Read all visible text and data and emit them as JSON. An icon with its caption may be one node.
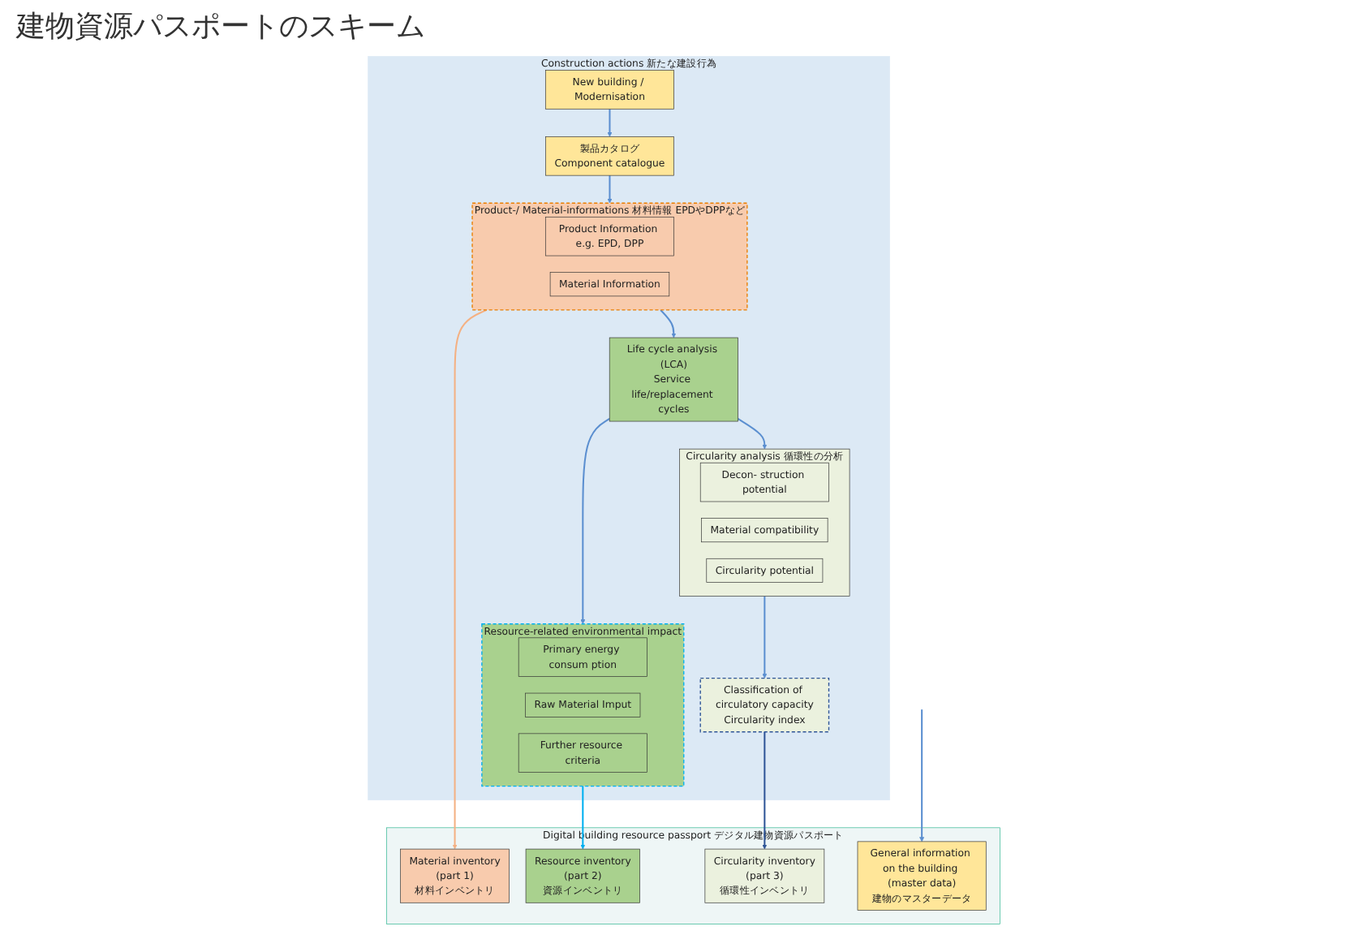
{
  "diagram": {
    "title": "建物資源パスポートのスキーム",
    "nodes": [
      {
        "text": [
          "Construction actions",
          "新たな建設行為"
        ]
      },
      {
        "text": [
          "製品カタログ",
          "Component catalogue"
        ],
        "in": 0
      },
      {
        "text": [
          "New building / Modernisation"
        ],
        "in": 0
      },
      {
        "text": [
          "Product-/ Material-informations"
        ],
        "in": 0,
        "beside": [
          "材料情報",
          "EPDやDPPなど"
        ]
      },
      {
        "text": [
          "Product Information e.g. EPD, DPP"
        ],
        "in": 3
      },
      {
        "text": [
          "Material Information"
        ],
        "in": 3
      },
      {
        "text": [
          "Life cycle analysis (LCA)",
          "Service life/replacement cycles"
        ],
        "in": 0
      },
      {
        "text": [
          "Circularity analysis"
        ],
        "in": 0,
        "beside": [
          "循環性の分析"
        ]
      },
      {
        "text": [
          "Decon- struction potential"
        ],
        "in": 7
      },
      {
        "text": [
          "Material compatibility"
        ],
        "in": 7
      },
      {
        "text": [
          "Circularity potential"
        ],
        "in": 7
      },
      {
        "text": [
          "Resource-related environmental impact"
        ],
        "in": 0
      },
      {
        "text": [
          "Primary energy consum ption"
        ],
        "in": 11
      },
      {
        "text": [
          "Raw Material Imput"
        ],
        "in": 11
      },
      {
        "text": [
          "Further resource criteria"
        ],
        "in": 11
      },
      {
        "text": [
          "Classification of circulatory capacity",
          "Circularity index"
        ],
        "in": 0
      },
      {
        "text": [
          "Digital building resource passport",
          "デジタル建物資源パスポート"
        ]
      },
      {
        "text": [
          "Material inventory",
          "(part 1)",
          "材料インベントリ"
        ],
        "in": 16
      },
      {
        "text": [
          "Resource inventory",
          "(part 2)",
          "資源インベントリ"
        ],
        "in": 16
      },
      {
        "text": [
          "Circularity inventory",
          "(part 3)",
          "循環性インベントリ"
        ],
        "in": 16
      },
      {
        "text": [
          "General information on the building (master data)",
          "建物のマスターデータ"
        ],
        "in": 16
      }
    ],
    "edges": [
      {
        "from": 2,
        "to": 1,
        "arrow": "to"
      },
      {
        "from": 1,
        "to": 3,
        "arrow": "to"
      },
      {
        "from": 3,
        "to": 6,
        "arrow": "to"
      },
      {
        "from": 6,
        "to": 7,
        "arrow": "to"
      },
      {
        "from": 6,
        "to": 11,
        "arrow": "to"
      },
      {
        "from": 7,
        "to": 15,
        "arrow": "to"
      },
      {
        "from": 3,
        "to": 17,
        "arrow": "to",
        "color": "#f4b183"
      },
      {
        "from": 11,
        "to": 18,
        "arrow": "to",
        "color": "#00b0f0"
      },
      {
        "from": 15,
        "to": 19,
        "arrow": "to",
        "color": "#2f5597"
      },
      {
        "from": null,
        "to": 20,
        "arrow": "to"
      }
    ]
  }
}
